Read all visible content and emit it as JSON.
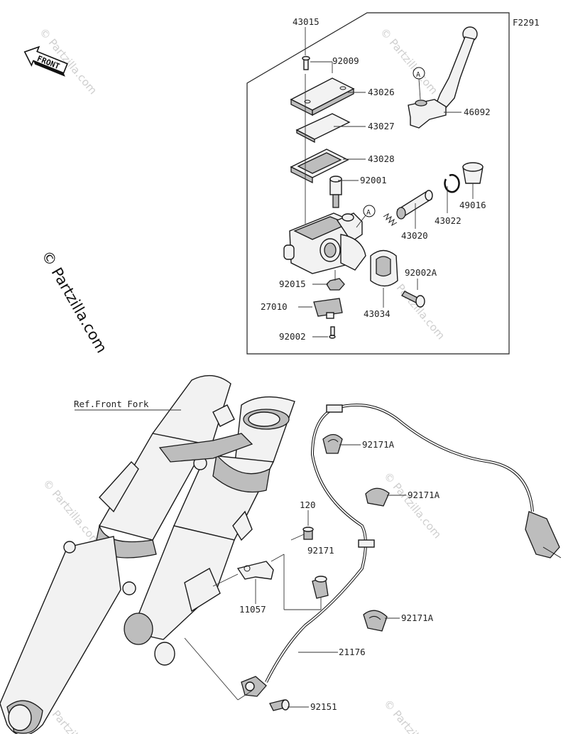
{
  "figure_code": "F2291",
  "front_label": "FRONT",
  "copyright": "© Partzilla.com",
  "watermark": "© Partzilla.com",
  "callout_a": "A",
  "ref_label": "Ref.Front Fork",
  "parts": {
    "p43015": "43015",
    "p92009": "92009",
    "p43026": "43026",
    "p43027": "43027",
    "p43028": "43028",
    "p92001": "92001",
    "p43020": "43020",
    "p43022": "43022",
    "p49016": "49016",
    "p46092": "46092",
    "p92015": "92015",
    "p92002A": "92002A",
    "p27010": "27010",
    "p43034": "43034",
    "p92002": "92002",
    "p92171A_1": "92171A",
    "p92171A_2": "92171A",
    "p92171A_3": "92171A",
    "p120": "120",
    "p92171": "92171",
    "p11057": "11057",
    "p21176": "21176",
    "p92151": "92151"
  }
}
